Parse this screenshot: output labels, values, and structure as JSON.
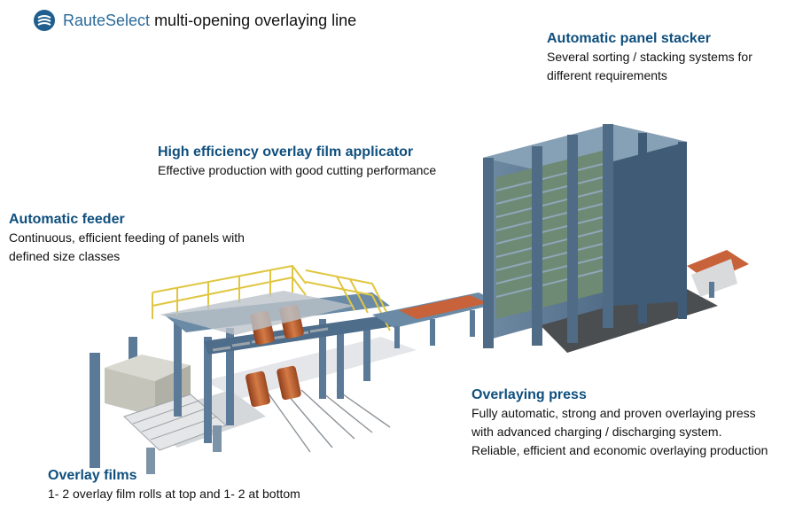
{
  "header": {
    "brand": "RauteSelect",
    "subtitle": "multi-opening overlaying line",
    "logo_icon": "raute-logo-icon"
  },
  "colors": {
    "heading_blue": "#0f4f7e",
    "brand_blue": "#2a6a9a",
    "frame_steel": "#5b7a98",
    "railing_yellow": "#e0c640",
    "panel_orange": "#c8623a",
    "film_roll": "#c6703c"
  },
  "callouts": {
    "stacker": {
      "title": "Automatic panel stacker",
      "lines": [
        "Several  sorting / stacking systems for",
        "different requirements"
      ]
    },
    "applicator": {
      "title": "High efficiency overlay film applicator",
      "lines": [
        "Effective production with good cutting performance"
      ]
    },
    "feeder": {
      "title": "Automatic feeder",
      "lines": [
        "Continuous, efficient feeding of panels with",
        "defined size classes"
      ]
    },
    "press": {
      "title": "Overlaying press",
      "lines": [
        "Fully automatic, strong and proven overlaying press",
        "with advanced charging / discharging system.",
        "Reliable, efficient and economic overlaying production"
      ]
    },
    "films": {
      "title": "Overlay films",
      "lines": [
        "1- 2 overlay film rolls at top and 1- 2 at bottom"
      ]
    }
  }
}
